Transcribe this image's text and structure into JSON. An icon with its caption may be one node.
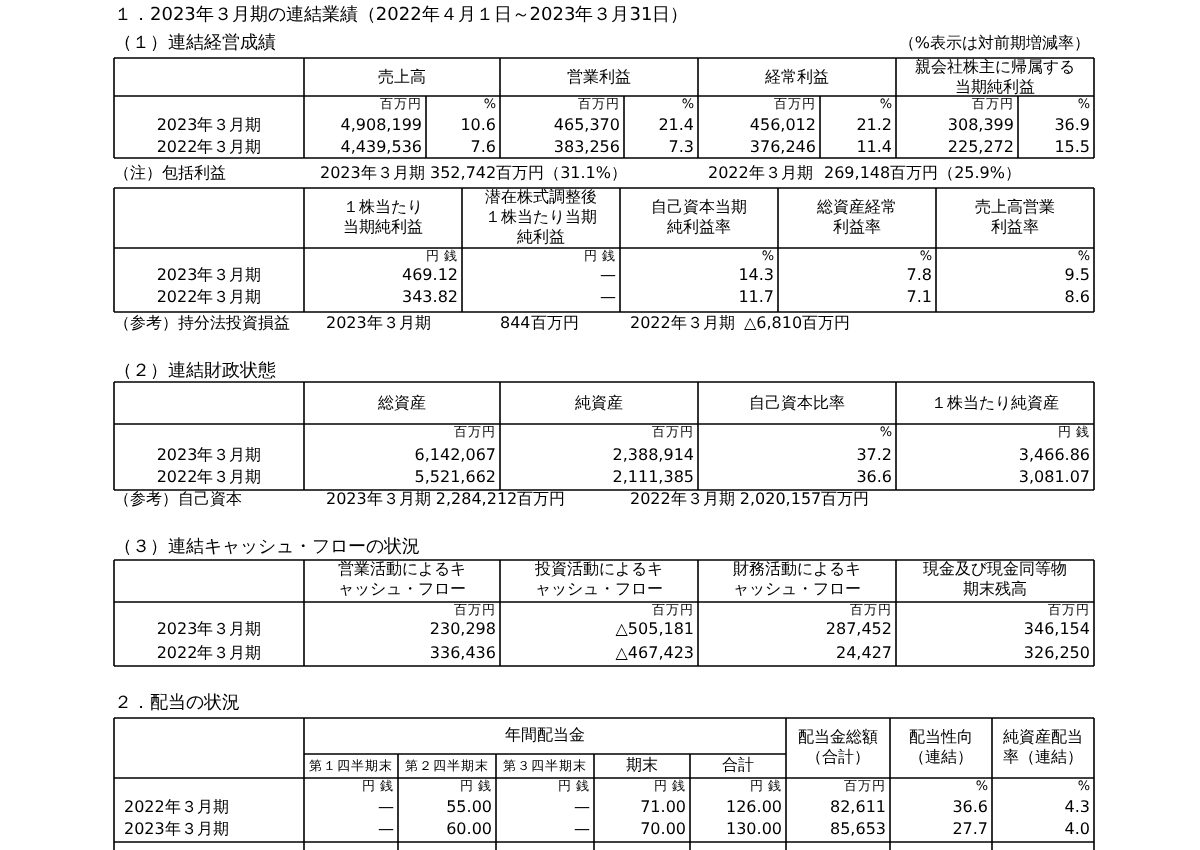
{
  "diagram": {
    "title": "１．2023年３月期の連結業績（2022年４月１日～2023年３月31日）",
    "labels": [
      "（１）連結経営成績",
      "（%表示は対前期増減率）",
      "売上高",
      "営業利益",
      "経常利益",
      "親会社株主に帰属する当期純利益",
      "百万円",
      "%",
      "百万円",
      "%",
      "百万円",
      "%",
      "百万円",
      "%",
      "2023年３月期",
      "4,908,199",
      "10.6",
      "465,370",
      "21.4",
      "456,012",
      "21.2",
      "308,399",
      "36.9",
      "2022年３月期",
      "4,439,536",
      "7.6",
      "383,256",
      "7.3",
      "376,246",
      "11.4",
      "225,272",
      "15.5",
      "（注）包括利益",
      "2023年３月期",
      "352,742百万円（31.1%）",
      "2022年３月期",
      "269,148百万円（25.9%）",
      "１株当たり当期純利益",
      "潜在株式調整後１株当たり当期純利益",
      "自己資本当期純利益率",
      "総資産経常利益率",
      "売上高営業利益率",
      "円 銭",
      "円 銭",
      "%",
      "%",
      "%",
      "2023年３月期",
      "469.12",
      "—",
      "14.3",
      "7.8",
      "9.5",
      "2022年３月期",
      "343.82",
      "—",
      "11.7",
      "7.1",
      "8.6",
      "（参考）持分法投資損益",
      "2023年３月期",
      "844百万円",
      "2022年３月期",
      "△6,810百万円",
      "（２）連結財政状態",
      "総資産",
      "純資産",
      "自己資本比率",
      "１株当たり純資産",
      "百万円",
      "百万円",
      "%",
      "円 銭",
      "2023年３月期",
      "6,142,067",
      "2,388,914",
      "37.2",
      "3,466.86",
      "2022年３月期",
      "5,521,662",
      "2,111,385",
      "36.6",
      "3,081.07",
      "（参考）自己資本",
      "2023年３月期 2,284,212百万円",
      "2022年３月期 2,020,157百万円",
      "（３）連結キャッシュ・フローの状況",
      "営業活動によるキャッシュ・フロー",
      "投資活動によるキャッシュ・フロー",
      "財務活動によるキャッシュ・フロー",
      "現金及び現金同等物期末残高",
      "百万円",
      "百万円",
      "百万円",
      "百万円",
      "2023年３月期",
      "230,298",
      "△505,181",
      "287,452",
      "346,154",
      "2022年３月期",
      "336,436",
      "△467,423",
      "24,427",
      "326,250",
      "２．配当の状況",
      "年間配当金",
      "第１四半期末",
      "第２四半期末",
      "第３四半期末",
      "期末",
      "合計",
      "配当金総額（合計）",
      "配当性向（連結）",
      "純資産配当率（連結）",
      "円 銭",
      "円 銭",
      "円 銭",
      "円 銭",
      "円 銭",
      "百万円",
      "%",
      "%",
      "2022年３月期",
      "—",
      "55.00",
      "—",
      "71.00",
      "126.00",
      "82,611",
      "36.6",
      "4.3",
      "2023年３月期",
      "—",
      "60.00",
      "—",
      "70.00",
      "130.00",
      "85,653",
      "27.7",
      "4.0"
    ]
  }
}
